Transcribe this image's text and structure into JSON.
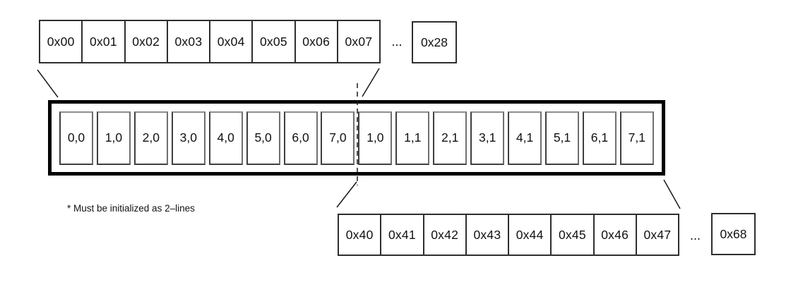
{
  "diagram": {
    "kind": "memory-address-map",
    "footnote": "* Must be initialized as 2–lines"
  },
  "top_row": {
    "cells": [
      "0x00",
      "0x01",
      "0x02",
      "0x03",
      "0x04",
      "0x05",
      "0x06",
      "0x07"
    ],
    "ellipsis": "...",
    "end_cell": "0x28"
  },
  "buffer_box": {
    "cells": [
      "0,0",
      "1,0",
      "2,0",
      "3,0",
      "4,0",
      "5,0",
      "6,0",
      "7,0",
      "1,0",
      "1,1",
      "2,1",
      "3,1",
      "4,1",
      "5,1",
      "6,1",
      "7,1"
    ]
  },
  "bottom_row": {
    "cells": [
      "0x40",
      "0x41",
      "0x42",
      "0x43",
      "0x44",
      "0x45",
      "0x46",
      "0x47"
    ],
    "ellipsis": "...",
    "end_cell": "0x68"
  },
  "colors": {
    "background": "#ffffff",
    "thick_border": "#000000",
    "row_border": "#2e2e2e",
    "inner_cell_border": "#3f3f3f",
    "line": "#1a1a1a"
  }
}
